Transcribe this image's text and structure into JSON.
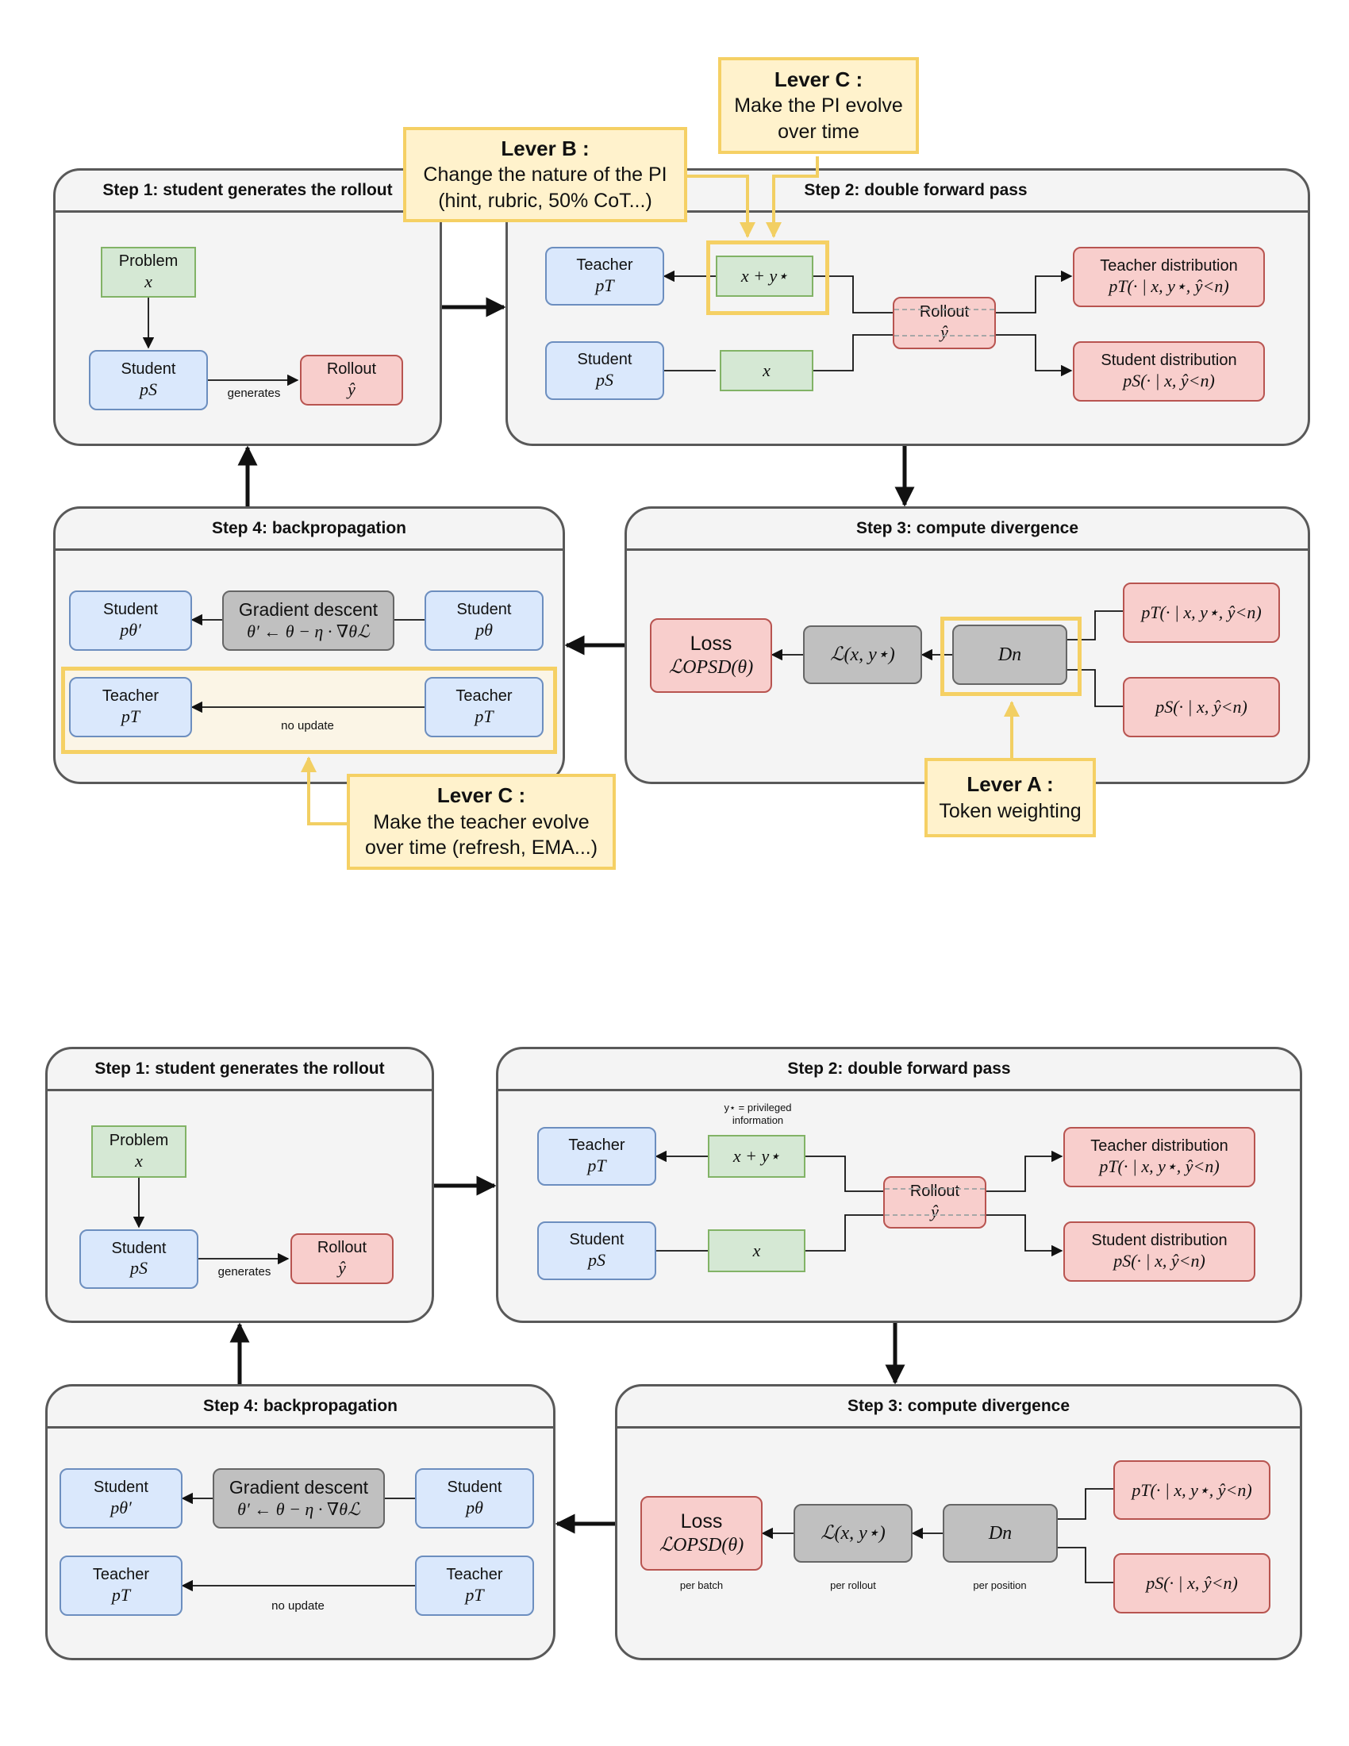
{
  "steps": {
    "step1_title": "Step 1: student generates the rollout",
    "step2_title": "Step 2: double forward pass",
    "step3_title": "Step 3: compute divergence",
    "step4_title": "Step 4: backpropagation"
  },
  "nodes": {
    "problem": "Problem",
    "student": "Student",
    "teacher": "Teacher",
    "rollout": "Rollout",
    "teacher_distribution": "Teacher distribution",
    "student_distribution": "Student distribution",
    "gradient_descent": "Gradient descent",
    "loss": "Loss"
  },
  "math": {
    "x": "x",
    "p_s": "pS",
    "p_t": "pT",
    "y_hat": "ŷ",
    "x_plus_y_star": "x + y⋆",
    "p_t_dist": "pT(· | x, y⋆, ŷ<n)",
    "p_s_dist": "pS(· | x, ŷ<n)",
    "p_theta": "pθ",
    "p_theta_prime": "pθ′",
    "update_rule": "θ′ ← θ − η · ∇θℒ",
    "loss_fn": "ℒ(x, y⋆)",
    "d_n": "Dn",
    "loss_opsd": "ℒOPSD(θ)"
  },
  "edges": {
    "generates": "generates",
    "no_update": "no update"
  },
  "levers": {
    "lever_b_title": "Lever B :",
    "lever_b_text_1": "Change the nature of the PI",
    "lever_b_text_2": "(hint, rubric, 50% CoT...)",
    "lever_c_top_title": "Lever C :",
    "lever_c_top_text_1": "Make the PI evolve",
    "lever_c_top_text_2": "over time",
    "lever_c_bottom_title": "Lever C :",
    "lever_c_bottom_text_1": "Make the teacher evolve",
    "lever_c_bottom_text_2": "over time (refresh, EMA...)",
    "lever_a_title": "Lever A :",
    "lever_a_text": "Token weighting"
  },
  "annotations": {
    "privileged_info_1": "y⋆ = privileged",
    "privileged_info_2": "information",
    "per_batch": "per batch",
    "per_rollout": "per rollout",
    "per_position": "per position"
  },
  "colors": {
    "blue_fill": "#dae8fc",
    "green_fill": "#d5e8d4",
    "red_fill": "#f8cecc",
    "grey_fill": "#c0c0c0",
    "lever_fill": "#fff2cc",
    "lever_border": "#f5d064",
    "panel_fill": "#f4f4f4"
  }
}
